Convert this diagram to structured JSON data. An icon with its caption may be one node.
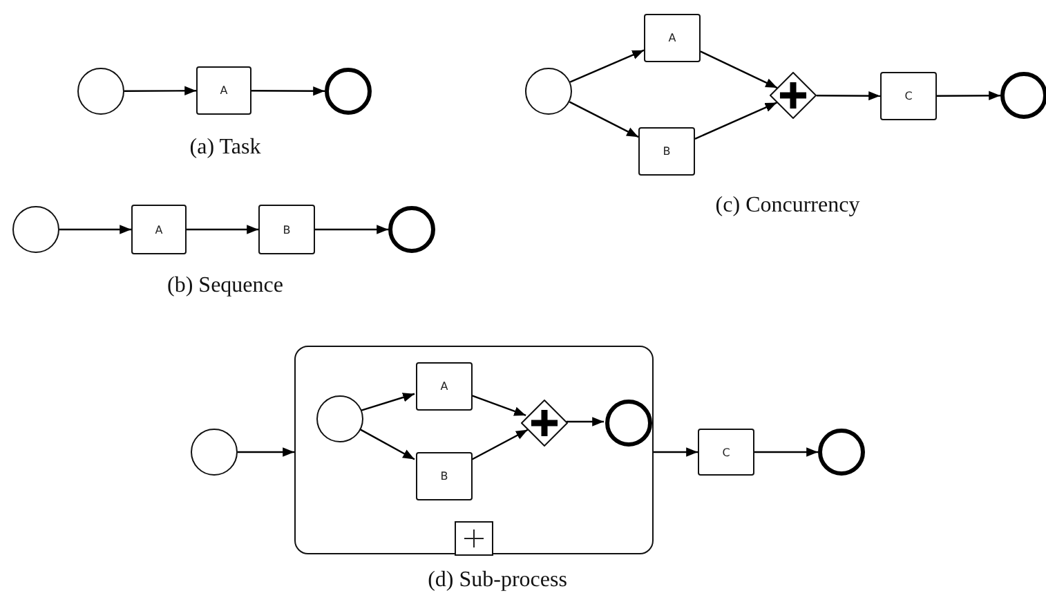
{
  "diagram": {
    "nodes": [
      {
        "text": [],
        "shape": "circle"
      },
      {
        "text": [
          "A"
        ]
      },
      {
        "text": [],
        "shape": "ring"
      },
      {
        "text": [],
        "shape": "circle"
      },
      {
        "text": [
          "A"
        ]
      },
      {
        "text": [
          "B"
        ]
      },
      {
        "text": [],
        "shape": "ring"
      },
      {
        "text": [],
        "shape": "circle"
      },
      {
        "text": [
          "A"
        ]
      },
      {
        "text": [
          "B"
        ]
      },
      {
        "text": [],
        "shape": "diamond"
      },
      {
        "text": [
          "C"
        ]
      },
      {
        "text": [],
        "shape": "ring"
      },
      {
        "text": [],
        "shape": "circle"
      },
      {
        "text": [],
        "shape": "box"
      },
      {
        "text": [],
        "shape": "circle",
        "in": 14
      },
      {
        "text": [
          "A"
        ],
        "in": 14
      },
      {
        "text": [
          "B"
        ],
        "in": 14
      },
      {
        "text": [],
        "shape": "diamond",
        "in": 14
      },
      {
        "text": [],
        "shape": "ring",
        "in": 14
      },
      {
        "text": [
          "C"
        ]
      },
      {
        "text": [],
        "shape": "ring"
      }
    ],
    "edges": [
      {
        "from": 0,
        "to": 1,
        "arrow": "to"
      },
      {
        "from": 1,
        "to": 2,
        "arrow": "to"
      },
      {
        "from": 3,
        "to": 4,
        "arrow": "to"
      },
      {
        "from": 4,
        "to": 5,
        "arrow": "to"
      },
      {
        "from": 5,
        "to": 6,
        "arrow": "to"
      },
      {
        "from": 7,
        "to": 8,
        "arrow": "to"
      },
      {
        "from": 7,
        "to": 9,
        "arrow": "to"
      },
      {
        "from": 8,
        "to": 10,
        "arrow": "to"
      },
      {
        "from": 9,
        "to": 10,
        "arrow": "to"
      },
      {
        "from": 10,
        "to": 11,
        "arrow": "to"
      },
      {
        "from": 11,
        "to": 12,
        "arrow": "to"
      },
      {
        "from": 13,
        "to": 14,
        "arrow": "to"
      },
      {
        "from": 15,
        "to": 16,
        "arrow": "to"
      },
      {
        "from": 15,
        "to": 17,
        "arrow": "to"
      },
      {
        "from": 16,
        "to": 18,
        "arrow": "to"
      },
      {
        "from": 17,
        "to": 18,
        "arrow": "to"
      },
      {
        "from": 18,
        "to": 19,
        "arrow": "to"
      },
      {
        "from": 14,
        "to": 20,
        "arrow": "to"
      },
      {
        "from": 20,
        "to": 21,
        "arrow": "to"
      }
    ],
    "labels": [
      "(a) Task",
      "(c) Concurrency",
      "(b) Sequence",
      "(d) Sub-process"
    ]
  }
}
